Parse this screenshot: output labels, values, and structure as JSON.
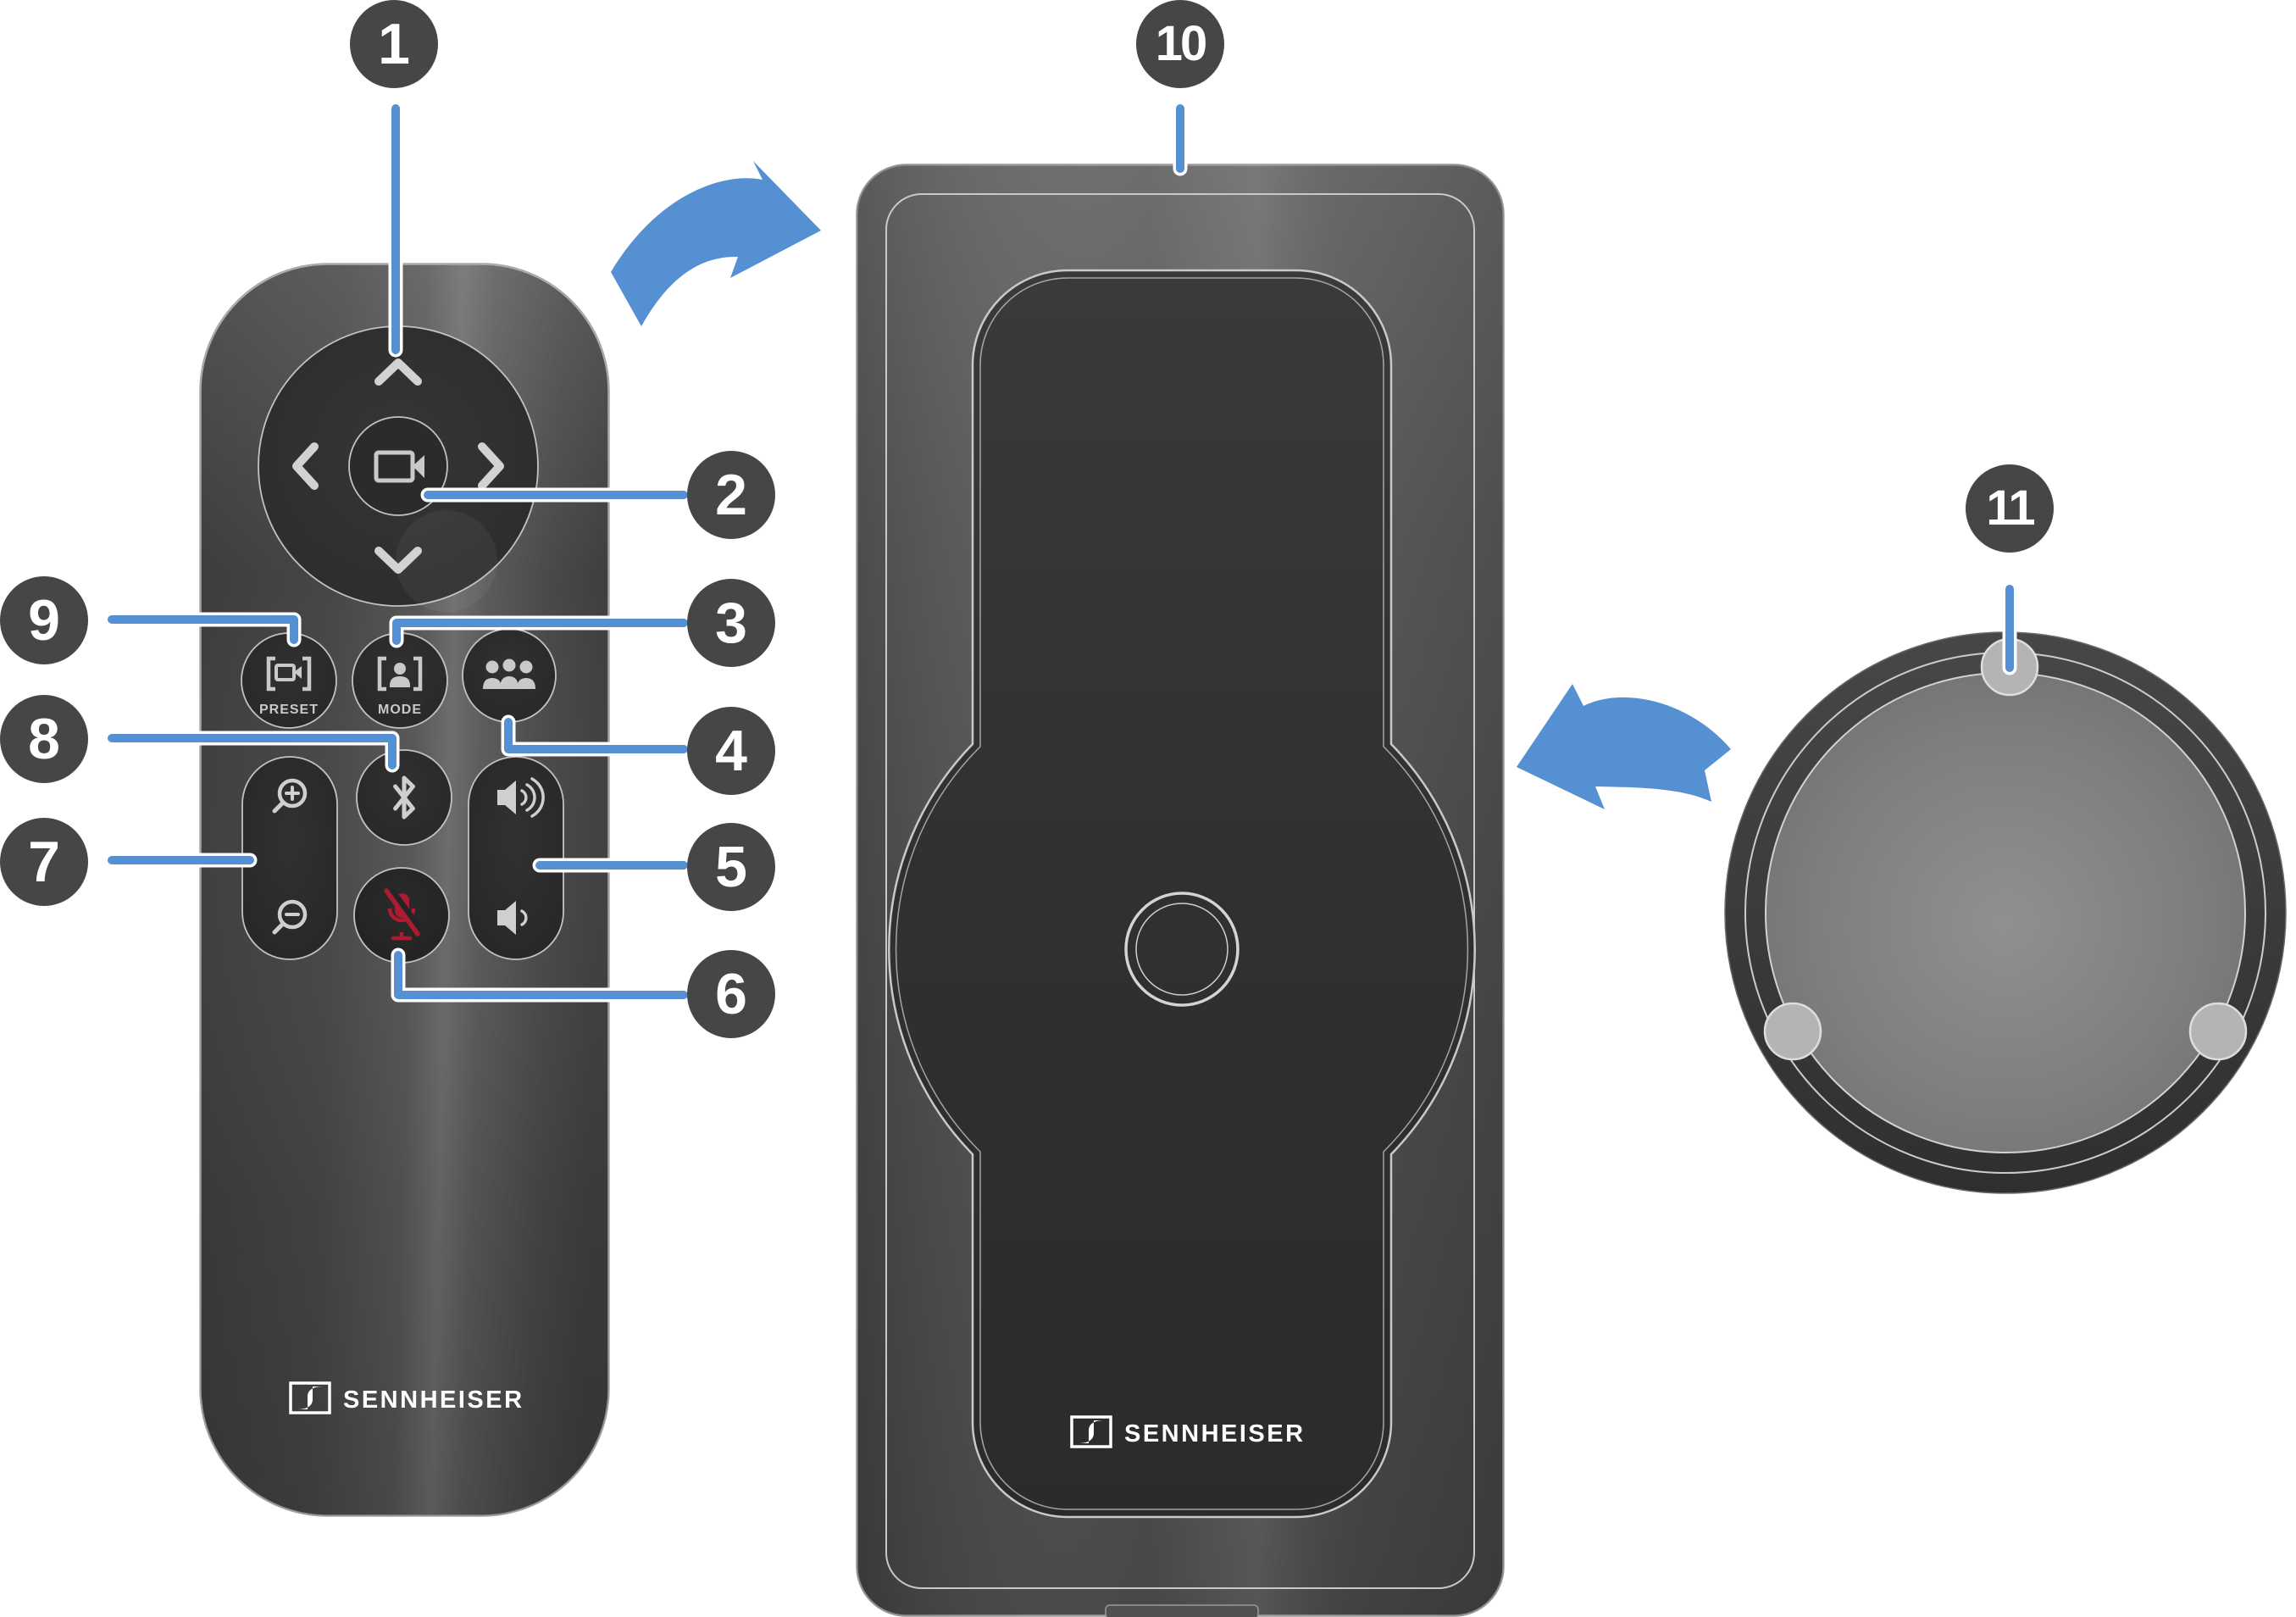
{
  "figure": {
    "type": "hardware-callout-diagram",
    "views": [
      "remote-control-front",
      "device-back-plate",
      "device-bottom-round"
    ]
  },
  "brand": "SENNHEISER",
  "remote": {
    "preset_label": "PRESET",
    "mode_label": "MODE",
    "brand_label": "SENNHEISER"
  },
  "plate": {
    "brand_label": "SENNHEISER"
  },
  "callouts": [
    {
      "number": "1"
    },
    {
      "number": "2"
    },
    {
      "number": "3"
    },
    {
      "number": "4"
    },
    {
      "number": "5"
    },
    {
      "number": "6"
    },
    {
      "number": "7"
    },
    {
      "number": "8"
    },
    {
      "number": "9"
    },
    {
      "number": "10"
    },
    {
      "number": "11"
    }
  ],
  "icons": {
    "dpad_up": "chevron-up-icon",
    "dpad_down": "chevron-down-icon",
    "dpad_left": "chevron-left-icon",
    "dpad_right": "chevron-right-icon",
    "dpad_center": "camera-icon",
    "preset": "camera-frame-icon",
    "mode": "person-frame-icon",
    "participants": "people-icon",
    "zoom_in": "zoom-in-icon",
    "zoom_out": "zoom-out-icon",
    "bluetooth": "bluetooth-icon",
    "volume_up": "volume-up-icon",
    "volume_down": "volume-down-icon",
    "mute": "microphone-mute-icon",
    "arrows": "curved-arrow-icon",
    "logo_mark": "sennheiser-logo-icon"
  },
  "colors": {
    "accent_blue": "#5591d2",
    "callout_badge": "#464646",
    "mute_red": "#ad1b31",
    "body_gray": "#4a4a4a",
    "panel_dark": "#2f2f2f",
    "outline_light": "#c9c9c9",
    "background": "#ffffff"
  }
}
